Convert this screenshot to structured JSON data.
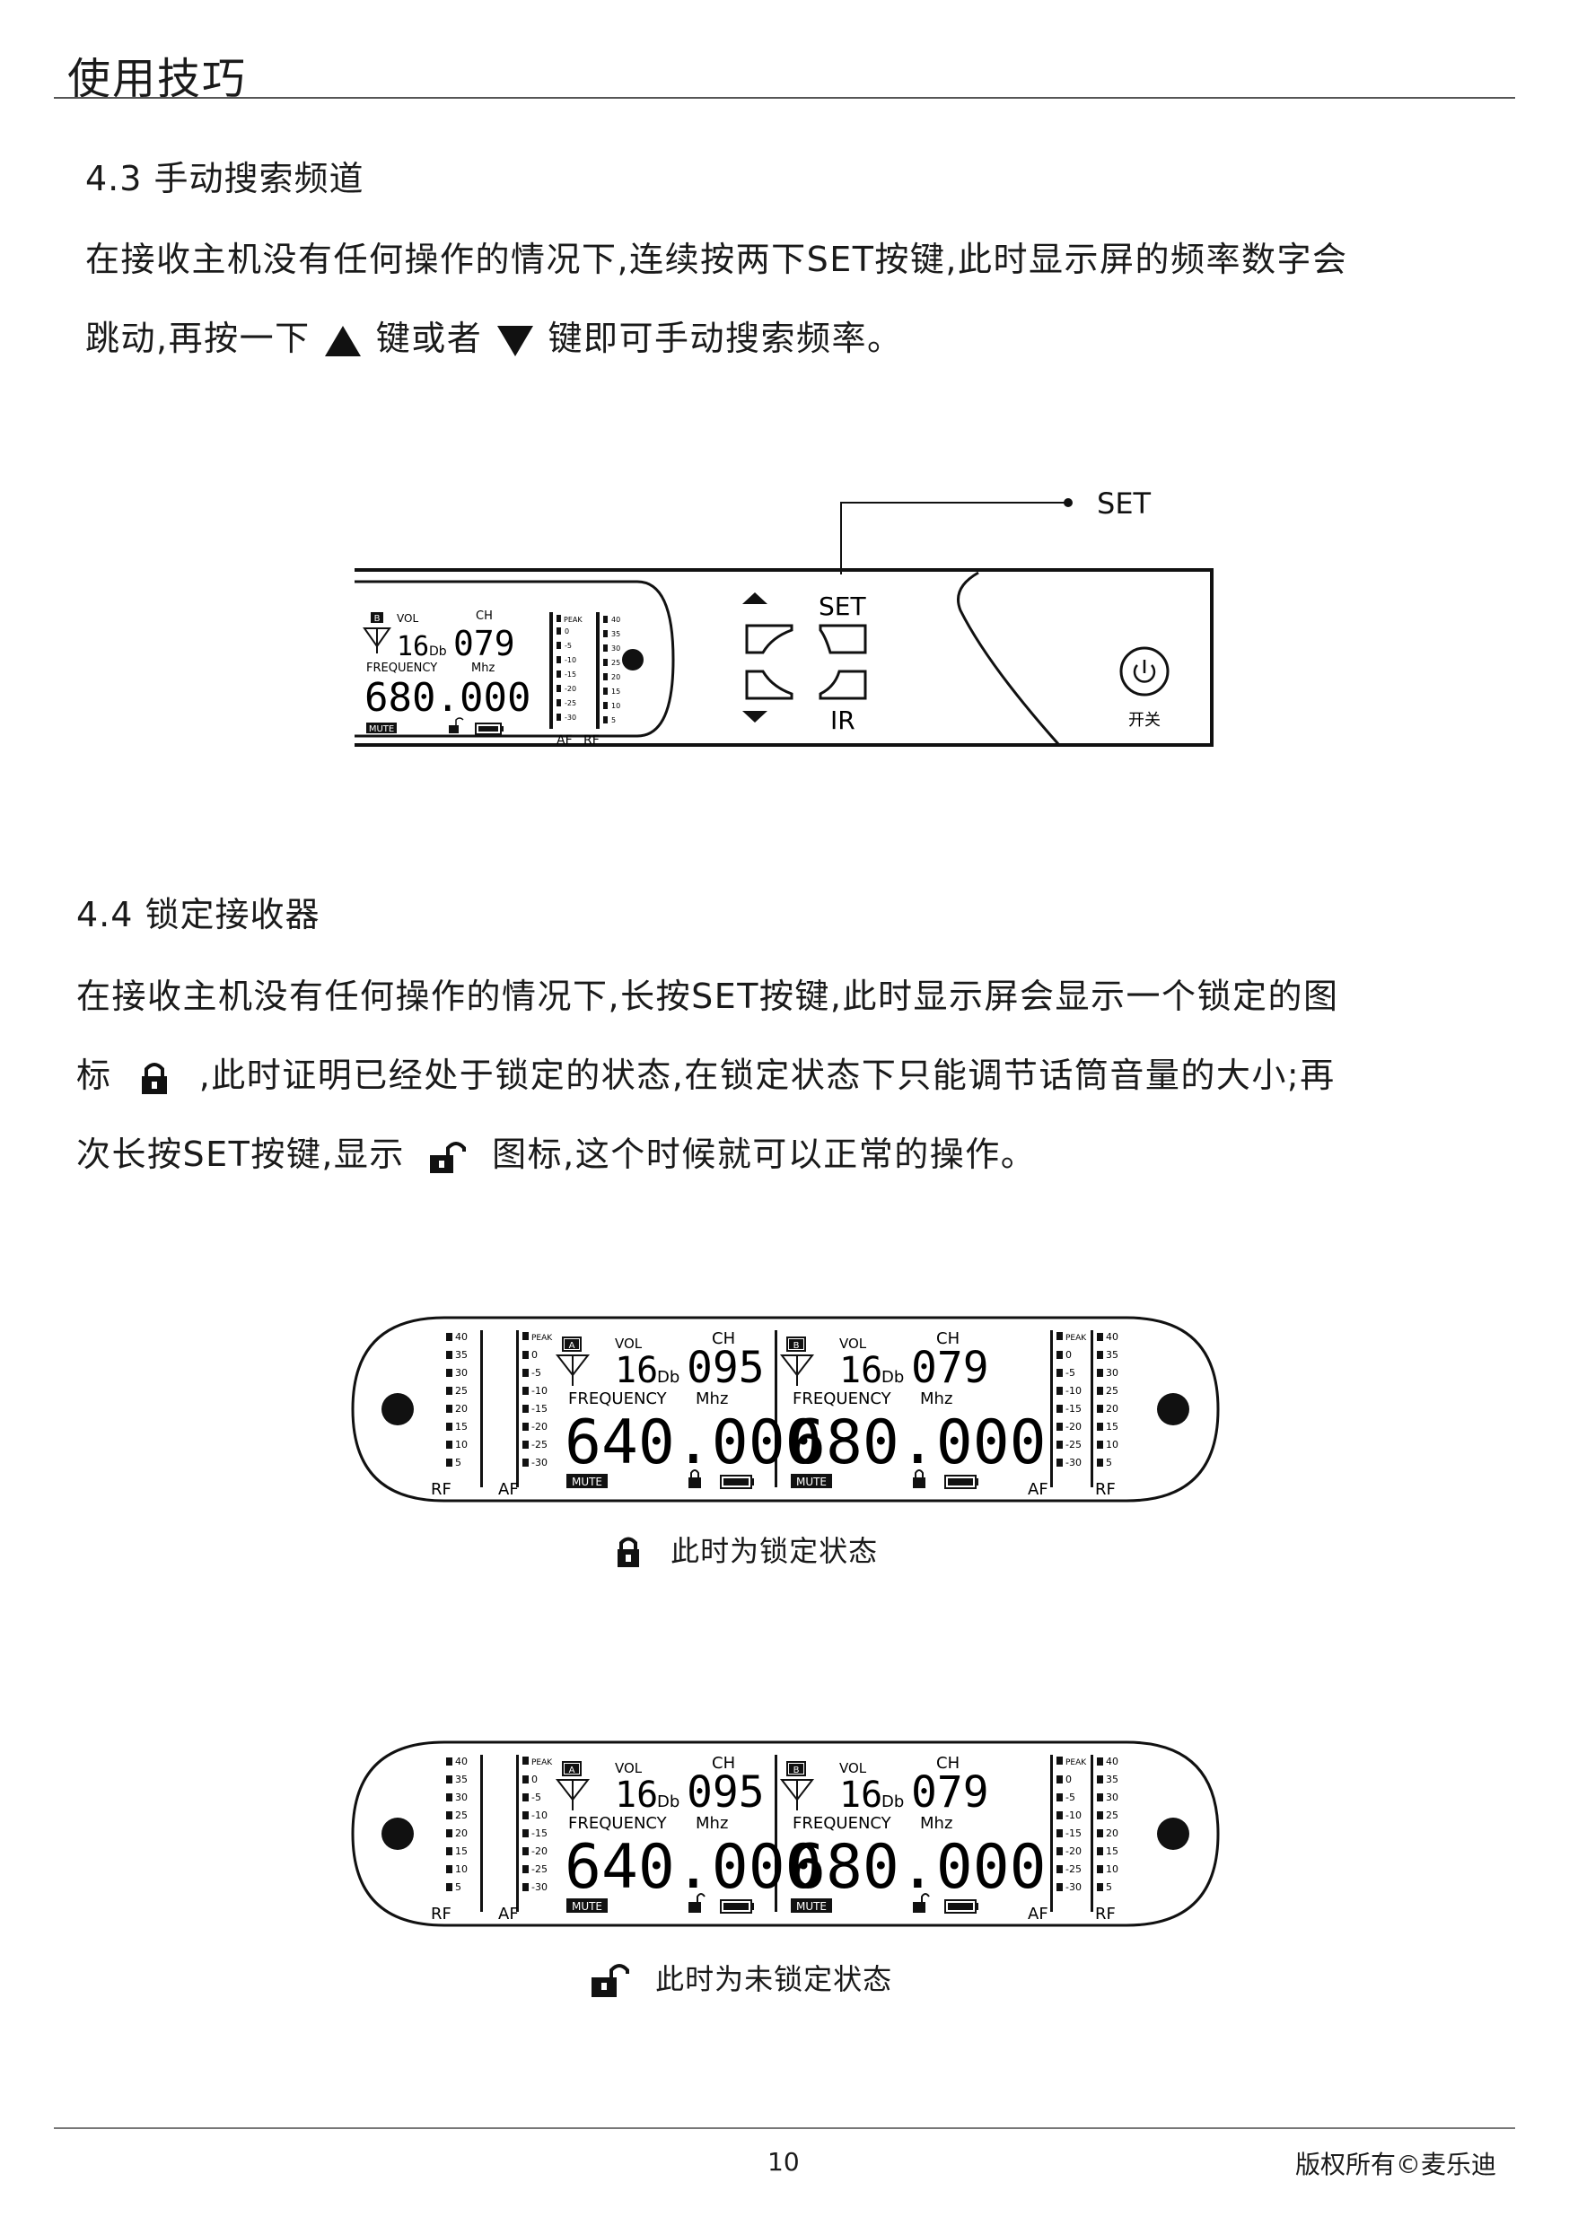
{
  "header": {
    "title": "使用技巧"
  },
  "sec43": {
    "title": "4.3 手动搜索频道",
    "line1": "在接收主机没有任何操作的情况下,连续按两下SET按键,此时显示屏的频率数字会",
    "line2a": "跳动,再按一下",
    "line2b": "键或者",
    "line2c": "键即可手动搜索频率。"
  },
  "device": {
    "callout": "SET",
    "set_label": "SET",
    "ir_label": "IR",
    "power_label": "开关",
    "lcd": {
      "b_badge": "B",
      "vol": "VOL",
      "vol_value": "16",
      "db": "Db",
      "ch": "CH",
      "ch_value": "079",
      "frequency": "FREQUENCY",
      "mhz": "Mhz",
      "freq_value": "680.000",
      "mute": "MUTE",
      "peak": "PEAK",
      "af_scale": [
        "0",
        "-5",
        "-10",
        "-15",
        "-20",
        "-25",
        "-30"
      ],
      "rf_scale": [
        "40",
        "35",
        "30",
        "25",
        "20",
        "15",
        "10",
        "5"
      ],
      "af": "AF",
      "rf": "RF"
    }
  },
  "sec44": {
    "title": "4.4 锁定接收器",
    "line1": "在接收主机没有任何操作的情况下,长按SET按键,此时显示屏会显示一个锁定的图",
    "line2a": "标",
    "line2b": ",此时证明已经处于锁定的状态,在锁定状态下只能调节话筒音量的大小;再",
    "line3a": "次长按SET按键,显示",
    "line3b": "图标,这个时候就可以正常的操作。"
  },
  "dual_lcd": {
    "ch_a": {
      "badge": "A",
      "vol": "VOL",
      "vol_value": "16",
      "db": "Db",
      "ch": "CH",
      "ch_value": "095",
      "frequency": "FREQUENCY",
      "mhz": "Mhz",
      "freq_value": "640.000",
      "mute": "MUTE"
    },
    "ch_b": {
      "badge": "B",
      "vol": "VOL",
      "vol_value": "16",
      "db": "Db",
      "ch": "CH",
      "ch_value": "079",
      "frequency": "FREQUENCY",
      "mhz": "Mhz",
      "freq_value": "680.000",
      "mute": "MUTE"
    },
    "peak": "PEAK",
    "af_scale": [
      "0",
      "-5",
      "-10",
      "-15",
      "-20",
      "-25",
      "-30"
    ],
    "rf_scale": [
      "40",
      "35",
      "30",
      "25",
      "20",
      "15",
      "10",
      "5"
    ],
    "af": "AF",
    "rf": "RF"
  },
  "captions": {
    "locked": "此时为锁定状态",
    "unlocked": "此时为未锁定状态"
  },
  "footer": {
    "page": "10",
    "copyright": "版权所有©麦乐迪"
  }
}
